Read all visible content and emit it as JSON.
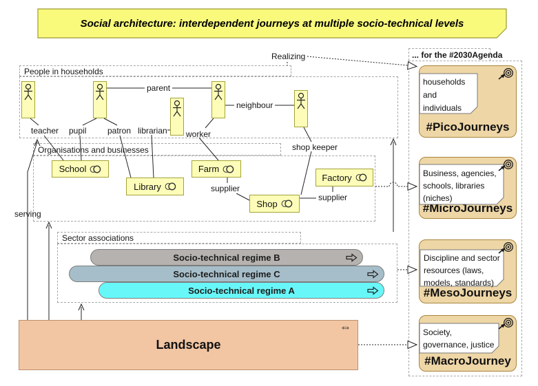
{
  "banner": {
    "title": "Social architecture: interdependent journeys at multiple socio-technical levels"
  },
  "groups": {
    "people": {
      "label": "People in households"
    },
    "orgs": {
      "label": "Organisations and businesses"
    },
    "sector": {
      "label": "Sector associations"
    },
    "agenda": {
      "label": "... for the #2030Agenda"
    }
  },
  "actor_labels": [
    "teacher",
    "pupil",
    "patron",
    "librarian",
    "worker",
    "shop keeper"
  ],
  "edge_labels": {
    "parent": "parent",
    "neighbour": "neighbour",
    "supplier_farm": "supplier",
    "supplier_factory": "supplier",
    "serving": "serving",
    "realizing": "Realizing"
  },
  "businesses": [
    {
      "label": "School"
    },
    {
      "label": "Library"
    },
    {
      "label": "Farm"
    },
    {
      "label": "Shop"
    },
    {
      "label": "Factory"
    }
  ],
  "regimes": [
    {
      "label": "Socio-technical regime B",
      "color": "#b5b2af"
    },
    {
      "label": "Socio-technical regime C",
      "color": "#a6bec9"
    },
    {
      "label": "Socio-technical regime A",
      "color": "#68f7f9"
    }
  ],
  "landscape": {
    "label": "Landscape"
  },
  "journeys": [
    {
      "note": "households and individuals",
      "tag": "#PicoJourneys"
    },
    {
      "note": "Business, agencies, schools, libraries (niches)",
      "tag": "#MicroJourneys"
    },
    {
      "note": "Discipline and sector resources (laws, models, standards)",
      "tag": "#MesoJourneys"
    },
    {
      "note": "Society, governance, justice",
      "tag": "#MacroJourney"
    }
  ],
  "icons": {
    "exchange": "⇔"
  },
  "colors": {
    "banner_fill": "#f9f97c",
    "element_yellow": "#fdfdb9",
    "landscape_fill": "#f2c5a3",
    "journey_fill": "#eed6a6",
    "group_dash": "#a6a6a6"
  }
}
